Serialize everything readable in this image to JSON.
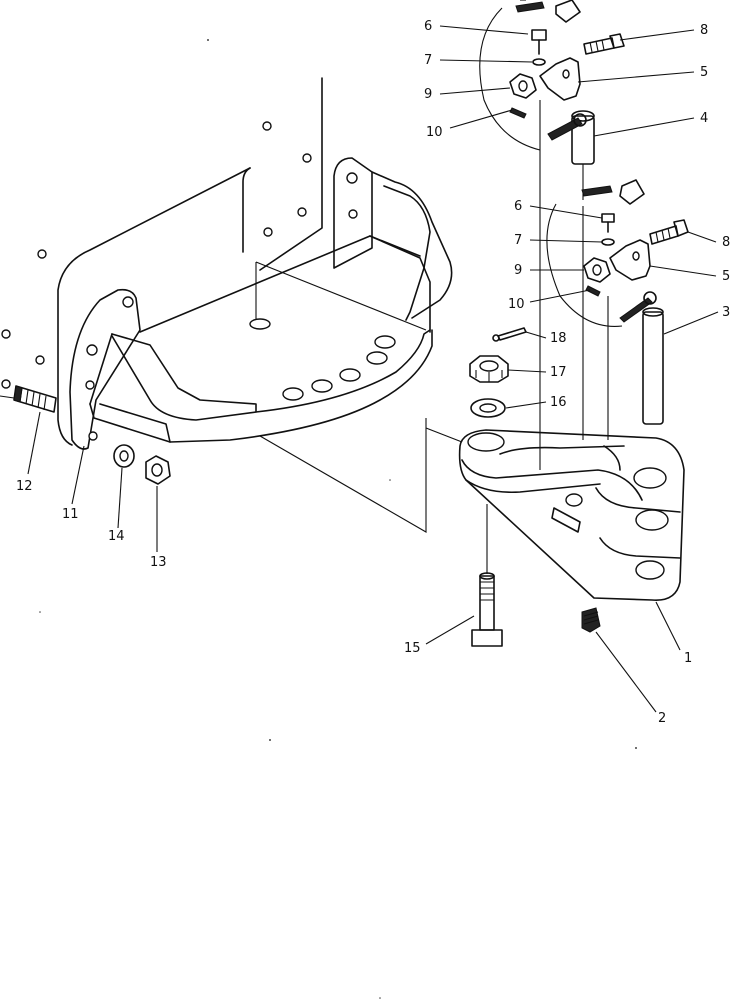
{
  "callouts": [
    {
      "id": "c6a",
      "label": "6"
    },
    {
      "id": "c7a",
      "label": "7"
    },
    {
      "id": "c9a",
      "label": "9"
    },
    {
      "id": "c10a",
      "label": "10"
    },
    {
      "id": "c8a",
      "label": "8"
    },
    {
      "id": "c5a",
      "label": "5"
    },
    {
      "id": "c4",
      "label": "4"
    },
    {
      "id": "c6b",
      "label": "6"
    },
    {
      "id": "c7b",
      "label": "7"
    },
    {
      "id": "c9b",
      "label": "9"
    },
    {
      "id": "c10b",
      "label": "10"
    },
    {
      "id": "c8b",
      "label": "8"
    },
    {
      "id": "c5b",
      "label": "5"
    },
    {
      "id": "c3",
      "label": "3"
    },
    {
      "id": "c18",
      "label": "18"
    },
    {
      "id": "c17",
      "label": "17"
    },
    {
      "id": "c16",
      "label": "16"
    },
    {
      "id": "c1",
      "label": "1"
    },
    {
      "id": "c2",
      "label": "2"
    },
    {
      "id": "c15",
      "label": "15"
    },
    {
      "id": "c12",
      "label": "12"
    },
    {
      "id": "c11",
      "label": "11"
    },
    {
      "id": "c14",
      "label": "14"
    },
    {
      "id": "c13",
      "label": "13"
    }
  ]
}
